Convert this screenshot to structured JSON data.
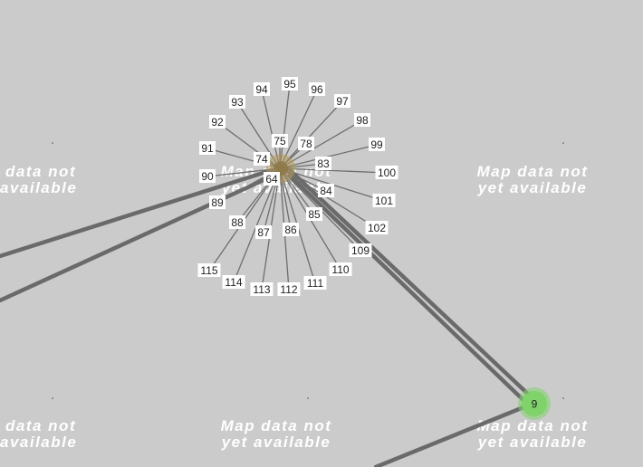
{
  "map": {
    "tile_message_line1": "Map data not",
    "tile_message_line2": "yet available",
    "tile_message_left_line1": "data not",
    "tile_message_left_line2": "available",
    "hub_node": "64",
    "nodes": [
      "74",
      "75",
      "78",
      "83",
      "84",
      "85",
      "86",
      "87",
      "88",
      "89",
      "90",
      "91",
      "92",
      "93",
      "94",
      "95",
      "96",
      "97",
      "98",
      "99",
      "100",
      "101",
      "102",
      "109",
      "110",
      "111",
      "112",
      "113",
      "114",
      "115"
    ],
    "selected_node": "9",
    "colors": {
      "background": "#cbcbcb",
      "edge": "#6e6e6e",
      "selected_node_fill": "#7fd36a",
      "hub_glow": "#b59a5a"
    }
  }
}
